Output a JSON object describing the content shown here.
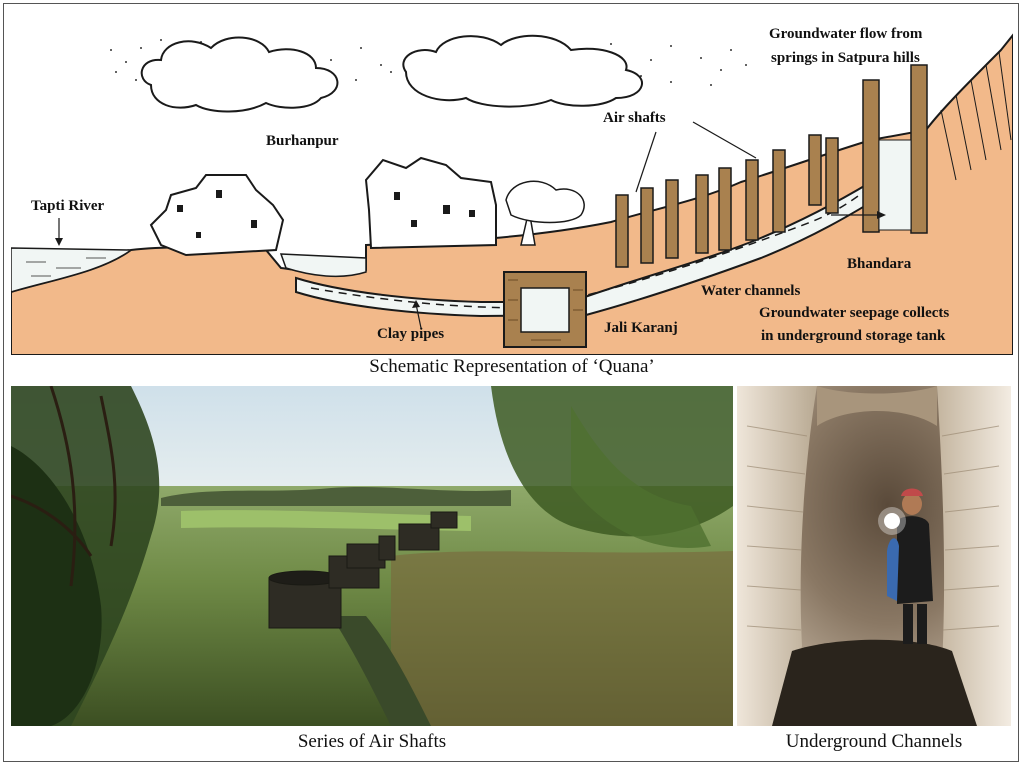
{
  "diagram": {
    "labels": {
      "groundwater_flow_line1": "Groundwater flow from",
      "groundwater_flow_line2": "springs in Satpura hills",
      "burhanpur": "Burhanpur",
      "air_shafts": "Air shafts",
      "tapti_river": "Tapti River",
      "bhandara": "Bhandara",
      "water_channels": "Water channels",
      "seepage_line1": "Groundwater seepage collects",
      "seepage_line2": "in underground storage tank",
      "clay_pipes": "Clay pipes",
      "jali_karanj": "Jali Karanj"
    },
    "caption": "Schematic Representation of ‘Quana’"
  },
  "photos": {
    "air_shafts_caption": "Series of Air Shafts",
    "underground_caption": "Underground Channels"
  },
  "colors": {
    "soil": "#f2b98a",
    "water": "#f1f6f4",
    "outline": "#1a1a1a",
    "brick": "#a9814f"
  }
}
